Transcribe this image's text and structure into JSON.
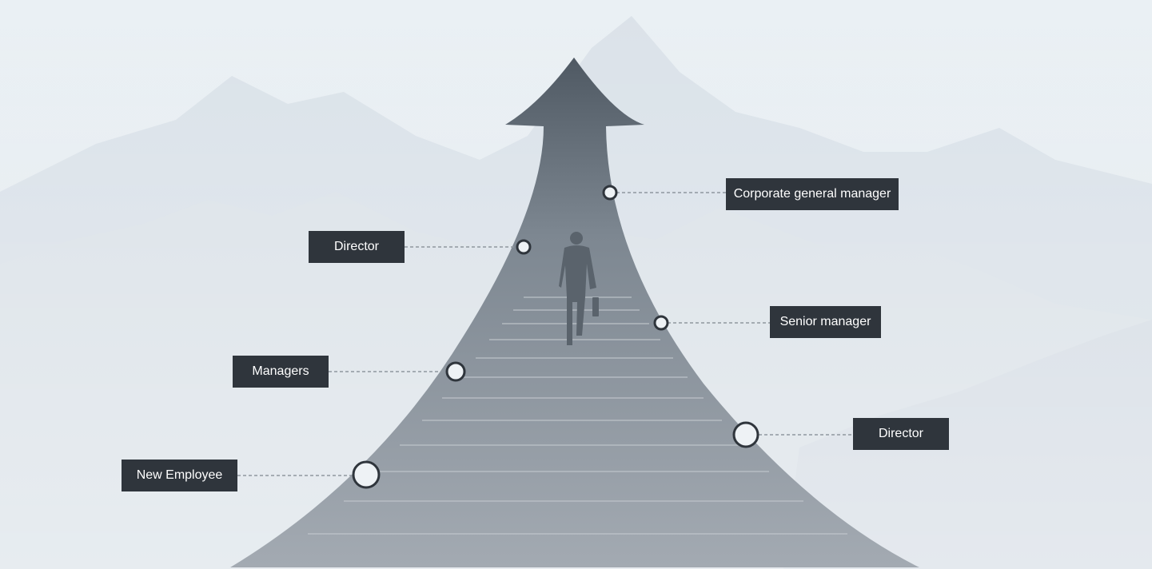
{
  "milestones": [
    {
      "label": "New Employee"
    },
    {
      "label": "Managers"
    },
    {
      "label": "Director"
    },
    {
      "label": "Corporate general manager"
    },
    {
      "label": "Senior manager"
    },
    {
      "label": "Director"
    }
  ],
  "colors": {
    "sky": "#e7edf2",
    "mountain": "#d2dbe2",
    "arrow_top": "#4f5963",
    "arrow_bottom": "#a3aab2",
    "label_bg": "#2f353c",
    "label_text": "#ffffff",
    "node_stroke": "#2f353c",
    "node_fill": "#eef2f5",
    "connector": "#8f979f"
  },
  "icons": {
    "growth_arrow": "upward-curved-arrow",
    "figure": "businessman-walking-icon"
  }
}
